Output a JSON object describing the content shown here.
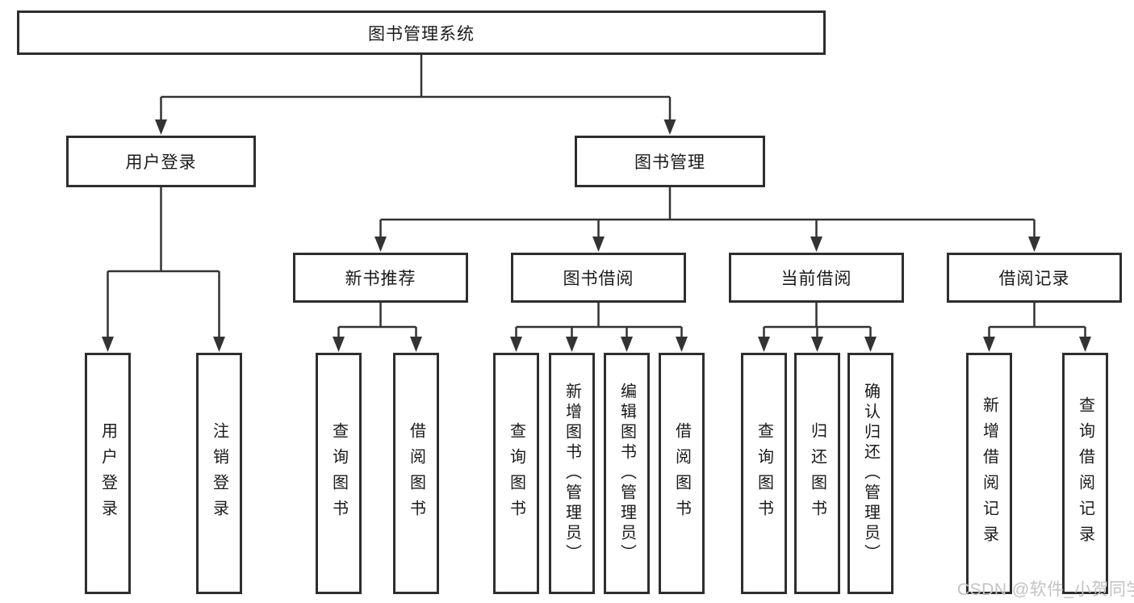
{
  "diagram": {
    "root": "图书管理系统",
    "user_login": {
      "label": "用户登录",
      "children": [
        "用户登录",
        "注销登录"
      ]
    },
    "book_management": {
      "label": "图书管理",
      "sections": {
        "new_book_recommend": {
          "label": "新书推荐",
          "children": [
            "查询图书",
            "借阅图书"
          ]
        },
        "book_borrow": {
          "label": "图书借阅",
          "children": [
            "查询图书",
            "新增图书（管理员）",
            "编辑图书（管理员）",
            "借阅图书"
          ]
        },
        "current_borrow": {
          "label": "当前借阅",
          "children": [
            "查询图书",
            "归还图书",
            "确认归还（管理员）"
          ]
        },
        "borrow_record": {
          "label": "借阅记录",
          "children": [
            "新增借阅记录",
            "查询借阅记录"
          ]
        }
      }
    }
  },
  "watermark": "CSDN @软件_小贺同学",
  "colors": {
    "line": "#333333",
    "border": "#2e2e2e",
    "text": "#1a1a1a",
    "watermark": "#c3c3c3",
    "background": "#ffffff"
  }
}
